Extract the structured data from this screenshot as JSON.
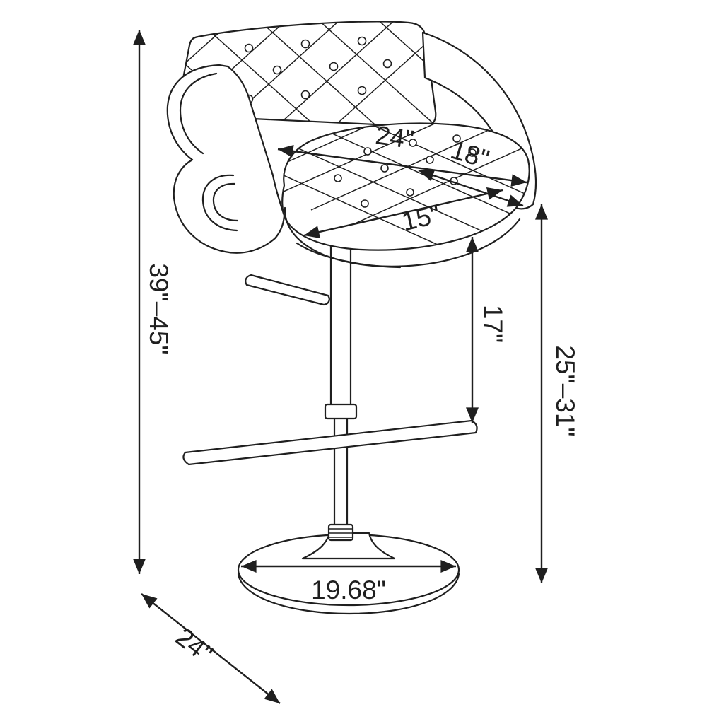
{
  "dimensions": {
    "overall_height": "39\"–45\"",
    "back_width": "24\"",
    "seat_depth": "18\"",
    "seat_width": "15\"",
    "seat_to_footrest": "17\"",
    "seat_height": "25\"–31\"",
    "base_diameter": "19.68\"",
    "overall_depth": "24\""
  },
  "colors": {
    "line": "#1f1f1f",
    "background": "#ffffff"
  }
}
